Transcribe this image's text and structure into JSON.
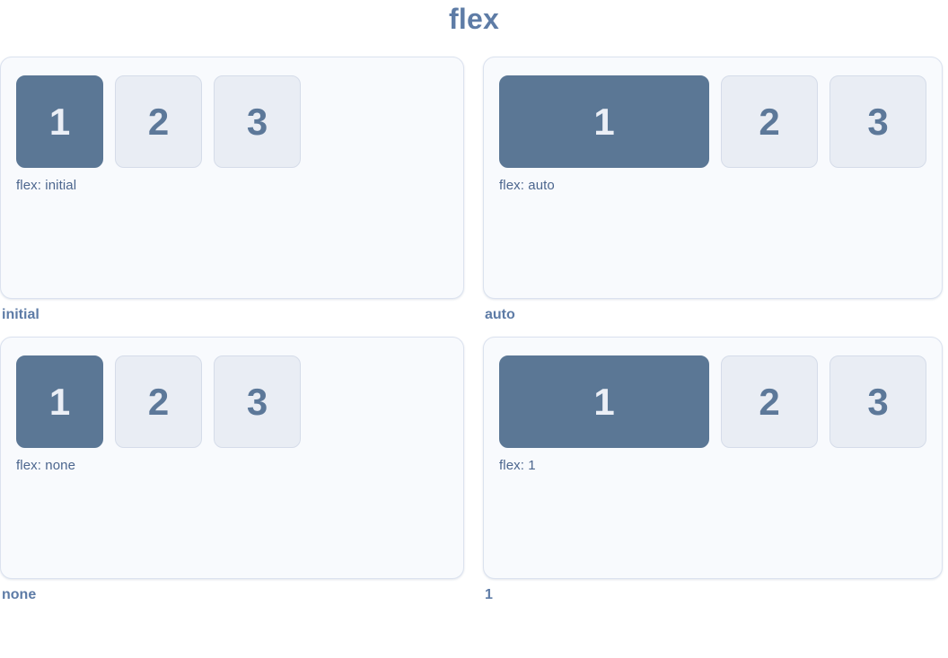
{
  "page": {
    "title": "flex"
  },
  "colors": {
    "heading": "#5e7ca6",
    "caption": "#5d7ba6",
    "label": "#4c668e",
    "panel-bg": "#f8fafd",
    "panel-border": "#dbe2ef",
    "box-bg": "#e9edf4",
    "box-border": "#d5dce9",
    "box-text": "#5c7899",
    "box-primary-bg": "#5b7795",
    "box-primary-text": "#ebeff6"
  },
  "demos": [
    {
      "caption": "initial",
      "label": "flex: initial",
      "items": [
        {
          "text": "1",
          "highlight": true
        },
        {
          "text": "2",
          "highlight": false
        },
        {
          "text": "3",
          "highlight": false
        }
      ]
    },
    {
      "caption": "auto",
      "label": "flex: auto",
      "items": [
        {
          "text": "1",
          "highlight": true
        },
        {
          "text": "2",
          "highlight": false
        },
        {
          "text": "3",
          "highlight": false
        }
      ]
    },
    {
      "caption": "none",
      "label": "flex: none",
      "items": [
        {
          "text": "1",
          "highlight": true
        },
        {
          "text": "2",
          "highlight": false
        },
        {
          "text": "3",
          "highlight": false
        }
      ]
    },
    {
      "caption": "1",
      "label": "flex: 1",
      "items": [
        {
          "text": "1",
          "highlight": true
        },
        {
          "text": "2",
          "highlight": false
        },
        {
          "text": "3",
          "highlight": false
        }
      ]
    }
  ]
}
